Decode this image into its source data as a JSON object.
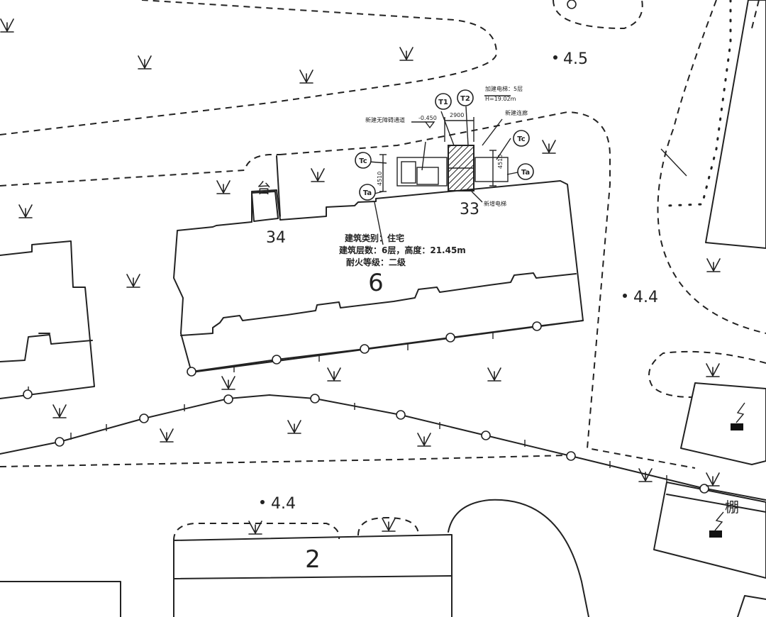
{
  "buildings": {
    "b6": {
      "number": "6"
    },
    "b2": {
      "number": "2"
    }
  },
  "spot_elevations": {
    "e1": "4.5",
    "e2": "4.4",
    "e3": "4.4"
  },
  "annotations": {
    "n34": "34",
    "n33": "33",
    "tai": "台",
    "peng": "棚"
  },
  "building_info": {
    "line1": "建筑类别：住宅",
    "line2": "建筑层数：6层，高度：21.45m",
    "line3": "耐火等级：二级"
  },
  "elevator": {
    "floors": "加建电梯：5层",
    "height": "H=19.02m",
    "width_dim": "2900",
    "depth_dim_left": "4510",
    "depth_dim_right": "4510",
    "level": "-0.450",
    "note_left": "新建无障碍通道",
    "note_right": "新建连廊",
    "note_bottom": "新增电梯"
  },
  "grid_bubbles": {
    "t1": "T1",
    "t2": "T2",
    "tc_left": "Tc",
    "tc_right": "Tc",
    "ta_left": "Ta",
    "ta_right": "Ta"
  }
}
